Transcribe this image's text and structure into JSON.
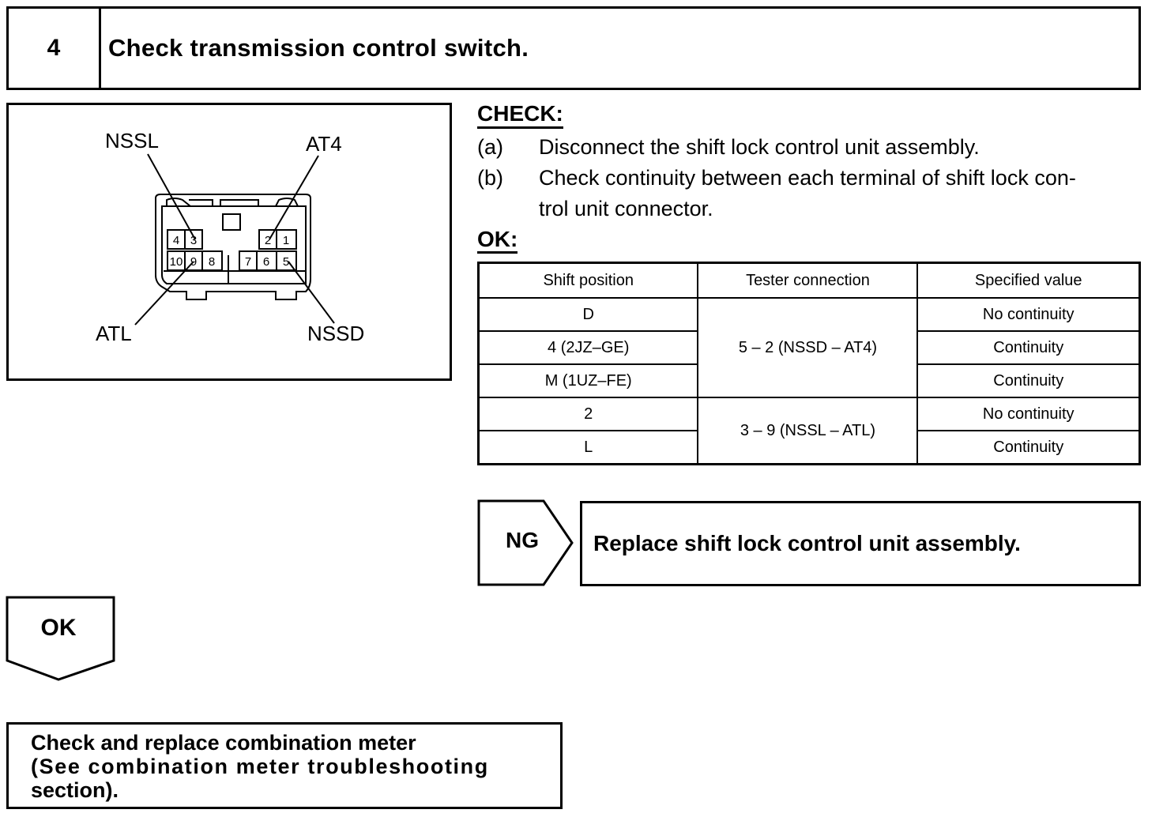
{
  "header": {
    "step_number": "4",
    "title": "Check transmission control switch."
  },
  "diagram": {
    "labels": {
      "top_left": "NSSL",
      "top_right": "AT4",
      "bottom_left": "ATL",
      "bottom_right": "NSSD"
    },
    "pins": [
      "4",
      "3",
      "2",
      "1",
      "10",
      "9",
      "8",
      "7",
      "6",
      "5"
    ]
  },
  "check": {
    "heading": "CHECK:",
    "steps": [
      {
        "letter": "(a)",
        "text": "Disconnect the shift lock control unit assembly."
      },
      {
        "letter": "(b)",
        "text_line1": "Check continuity between each terminal of shift lock con-",
        "text_line2": "trol unit connector."
      }
    ]
  },
  "ok": {
    "heading": "OK:"
  },
  "table": {
    "headers": [
      "Shift position",
      "Tester connection",
      "Specified value"
    ],
    "rows": [
      {
        "position": "D",
        "value": "No continuity"
      },
      {
        "position": "4 (2JZ–GE)",
        "value": "Continuity"
      },
      {
        "position": "M (1UZ–FE)",
        "value": "Continuity"
      },
      {
        "position": "2",
        "value": "No continuity"
      },
      {
        "position": "L",
        "value": "Continuity"
      }
    ],
    "connection_1": "5 – 2 (NSSD – AT4)",
    "connection_2": "3 – 9 (NSSL – ATL)"
  },
  "ng": {
    "label": "NG",
    "action": "Replace shift lock control unit assembly."
  },
  "ok_branch": {
    "label": "OK"
  },
  "final": {
    "line1": "Check and replace combination meter",
    "line2": "(See combination meter troubleshooting",
    "line3": "section)."
  }
}
